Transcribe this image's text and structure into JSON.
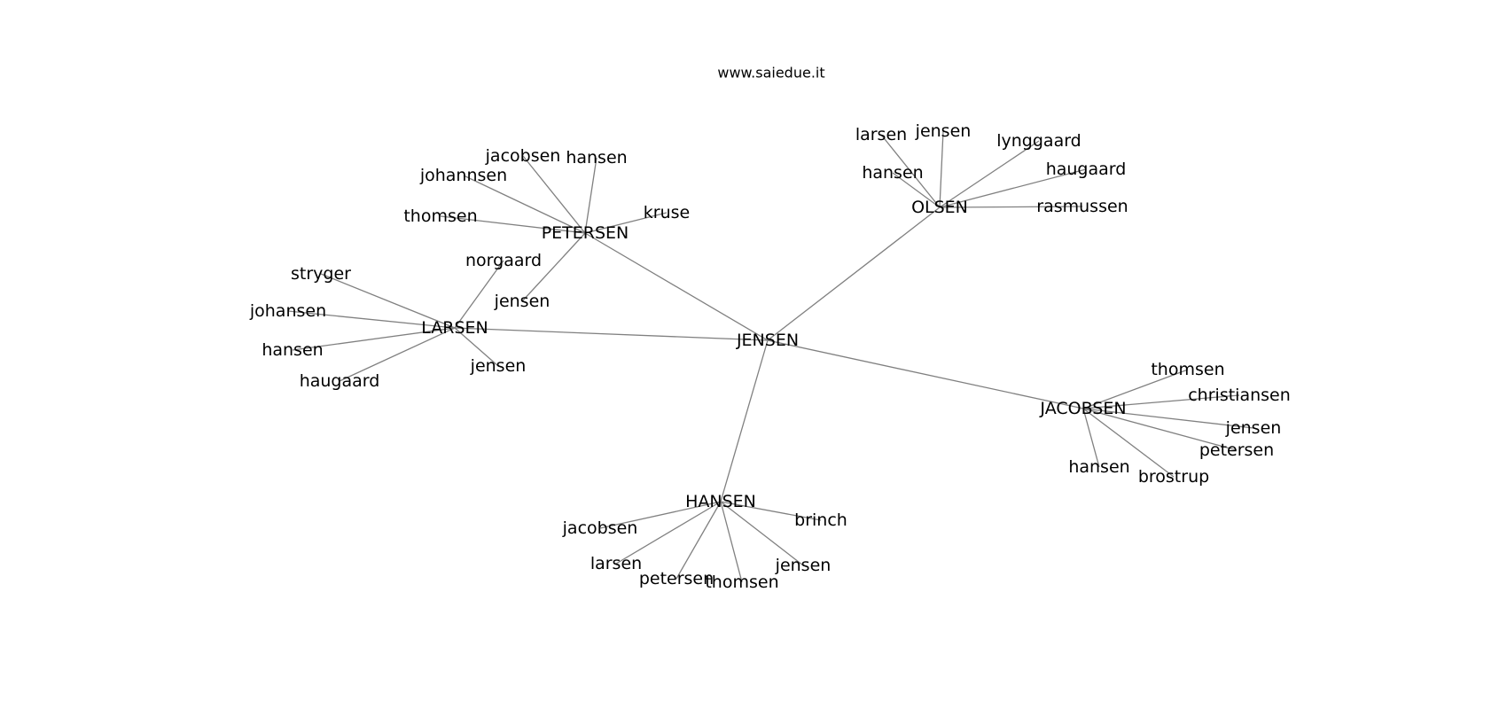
{
  "title": "www.saiedue.it",
  "colors": {
    "edge": "#808080",
    "text": "#000000",
    "background": "#ffffff"
  },
  "nodes": [
    {
      "id": "jensen_c",
      "label": "JENSEN",
      "kind": "hub"
    },
    {
      "id": "petersen",
      "label": "PETERSEN",
      "kind": "hub"
    },
    {
      "id": "olsen",
      "label": "OLSEN",
      "kind": "hub"
    },
    {
      "id": "larsen",
      "label": "LARSEN",
      "kind": "hub"
    },
    {
      "id": "jacobsen",
      "label": "JACOBSEN",
      "kind": "hub"
    },
    {
      "id": "hansen",
      "label": "HANSEN",
      "kind": "hub"
    },
    {
      "id": "p_jacobsen",
      "label": "jacobsen",
      "kind": "leaf"
    },
    {
      "id": "p_hansen",
      "label": "hansen",
      "kind": "leaf"
    },
    {
      "id": "p_johannsen",
      "label": "johannsen",
      "kind": "leaf"
    },
    {
      "id": "p_thomsen",
      "label": "thomsen",
      "kind": "leaf"
    },
    {
      "id": "p_kruse",
      "label": "kruse",
      "kind": "leaf"
    },
    {
      "id": "p_jensen",
      "label": "jensen",
      "kind": "leaf"
    },
    {
      "id": "o_larsen",
      "label": "larsen",
      "kind": "leaf"
    },
    {
      "id": "o_jensen",
      "label": "jensen",
      "kind": "leaf"
    },
    {
      "id": "o_lynggaard",
      "label": "lynggaard",
      "kind": "leaf"
    },
    {
      "id": "o_hansen",
      "label": "hansen",
      "kind": "leaf"
    },
    {
      "id": "o_haugaard",
      "label": "haugaard",
      "kind": "leaf"
    },
    {
      "id": "o_rasmussen",
      "label": "rasmussen",
      "kind": "leaf"
    },
    {
      "id": "l_norgaard",
      "label": "norgaard",
      "kind": "leaf"
    },
    {
      "id": "l_stryger",
      "label": "stryger",
      "kind": "leaf"
    },
    {
      "id": "l_johansen",
      "label": "johansen",
      "kind": "leaf"
    },
    {
      "id": "l_hansen",
      "label": "hansen",
      "kind": "leaf"
    },
    {
      "id": "l_haugaard",
      "label": "haugaard",
      "kind": "leaf"
    },
    {
      "id": "l_jensen",
      "label": "jensen",
      "kind": "leaf"
    },
    {
      "id": "j_thomsen",
      "label": "thomsen",
      "kind": "leaf"
    },
    {
      "id": "j_christiansen",
      "label": "christiansen",
      "kind": "leaf"
    },
    {
      "id": "j_jensen",
      "label": "jensen",
      "kind": "leaf"
    },
    {
      "id": "j_petersen",
      "label": "petersen",
      "kind": "leaf"
    },
    {
      "id": "j_hansen",
      "label": "hansen",
      "kind": "leaf"
    },
    {
      "id": "j_brostrup",
      "label": "brostrup",
      "kind": "leaf"
    },
    {
      "id": "h_jacobsen",
      "label": "jacobsen",
      "kind": "leaf"
    },
    {
      "id": "h_brinch",
      "label": "brinch",
      "kind": "leaf"
    },
    {
      "id": "h_larsen",
      "label": "larsen",
      "kind": "leaf"
    },
    {
      "id": "h_petersen",
      "label": "petersen",
      "kind": "leaf"
    },
    {
      "id": "h_thomsen",
      "label": "thomsen",
      "kind": "leaf"
    },
    {
      "id": "h_jensen",
      "label": "jensen",
      "kind": "leaf"
    }
  ],
  "edges": [
    [
      "jensen_c",
      "petersen"
    ],
    [
      "jensen_c",
      "olsen"
    ],
    [
      "jensen_c",
      "larsen"
    ],
    [
      "jensen_c",
      "jacobsen"
    ],
    [
      "jensen_c",
      "hansen"
    ],
    [
      "petersen",
      "p_jacobsen"
    ],
    [
      "petersen",
      "p_hansen"
    ],
    [
      "petersen",
      "p_johannsen"
    ],
    [
      "petersen",
      "p_thomsen"
    ],
    [
      "petersen",
      "p_kruse"
    ],
    [
      "petersen",
      "p_jensen"
    ],
    [
      "olsen",
      "o_larsen"
    ],
    [
      "olsen",
      "o_jensen"
    ],
    [
      "olsen",
      "o_lynggaard"
    ],
    [
      "olsen",
      "o_hansen"
    ],
    [
      "olsen",
      "o_haugaard"
    ],
    [
      "olsen",
      "o_rasmussen"
    ],
    [
      "larsen",
      "l_norgaard"
    ],
    [
      "larsen",
      "l_stryger"
    ],
    [
      "larsen",
      "l_johansen"
    ],
    [
      "larsen",
      "l_hansen"
    ],
    [
      "larsen",
      "l_haugaard"
    ],
    [
      "larsen",
      "l_jensen"
    ],
    [
      "jacobsen",
      "j_thomsen"
    ],
    [
      "jacobsen",
      "j_christiansen"
    ],
    [
      "jacobsen",
      "j_jensen"
    ],
    [
      "jacobsen",
      "j_petersen"
    ],
    [
      "jacobsen",
      "j_hansen"
    ],
    [
      "jacobsen",
      "j_brostrup"
    ],
    [
      "hansen",
      "h_jacobsen"
    ],
    [
      "hansen",
      "h_brinch"
    ],
    [
      "hansen",
      "h_larsen"
    ],
    [
      "hansen",
      "h_petersen"
    ],
    [
      "hansen",
      "h_thomsen"
    ],
    [
      "hansen",
      "h_jensen"
    ]
  ]
}
